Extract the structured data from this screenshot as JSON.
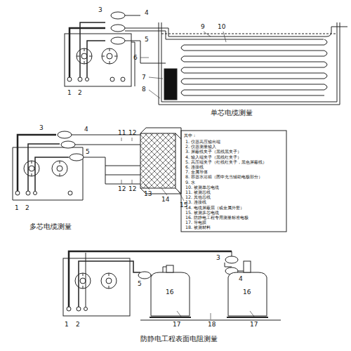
{
  "diagram": {
    "labels": [
      "单芯电缆测量",
      "1",
      "2",
      "3",
      "4",
      "5",
      "6",
      "7",
      "8",
      "9",
      "10",
      "3",
      "4",
      "11",
      "12",
      "5",
      "12",
      "12",
      "13",
      "14",
      "15",
      "1",
      "2",
      "多芯电缆测量",
      "其中：",
      "1. 仪器高压输出端",
      "2. 仪器测量输入",
      "3. 屏蔽线夹子（黑线黑夹子）",
      "4. 输入端夹子（黑线红夹子）",
      "5. 高压端夹子（红线红夹子，黑色屏蔽线）",
      "6. 连接线",
      "7. 金属导体",
      "8. 容器水浴箱（图中充当辅助电极部分）",
      "9. 水",
      "10. 被测单芯电缆",
      "11. 被测芯线",
      "12. 其他芯线",
      "13. 连接线",
      "14. 电缆屏蔽层（或金属外套）",
      "15. 被测多芯电缆",
      "16. 防静电工程专用测量标准电极",
      "17. 导电膜",
      "18. 被测材料",
      "3",
      "5",
      "4",
      "16",
      "16",
      "17",
      "18",
      "17",
      "1",
      "2",
      "防静电工程表面电阻测量"
    ]
  }
}
